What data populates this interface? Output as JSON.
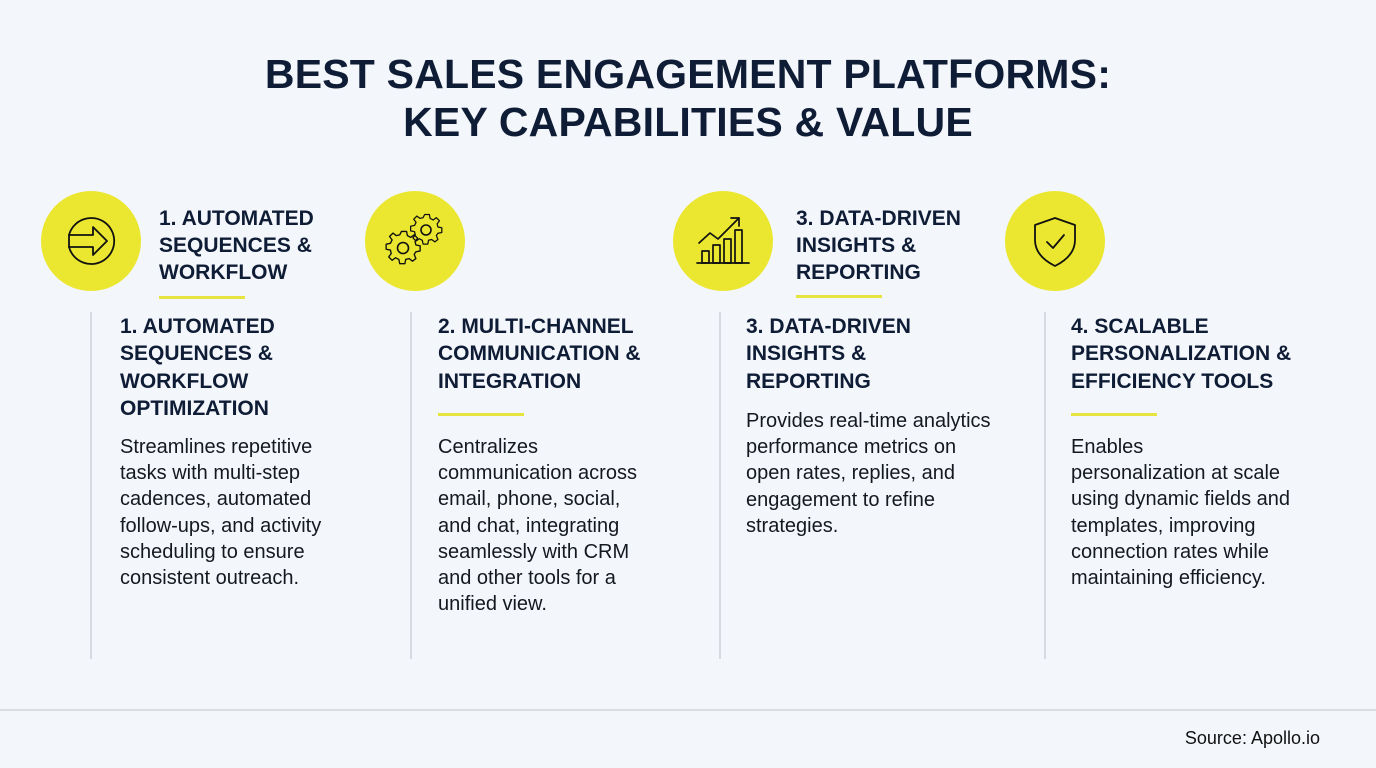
{
  "title": {
    "line1": "BEST SALES ENGAGEMENT PLATFORMS:",
    "line2": "KEY CAPABILITIES & VALUE"
  },
  "colors": {
    "accent_yellow": "#ebe730",
    "underline_yellow": "#e6e43f",
    "navy_text": "#0f1c36",
    "background": "#f3f6fa",
    "divider": "#d7dbe1"
  },
  "top_row": [
    {
      "icon": "arrow-right-circle-icon",
      "label_lines": [
        "1. AUTOMATED",
        "SEQUENCES &",
        "WORKFLOW"
      ]
    },
    {
      "icon": "gears-icon",
      "label_lines": []
    },
    {
      "icon": "bar-chart-trend-icon",
      "label_lines": [
        "3. DATA-DRIVEN",
        "INSIGHTS &",
        "REPORTING"
      ]
    },
    {
      "icon": "shield-check-icon",
      "label_lines": []
    }
  ],
  "cards": [
    {
      "heading_lines": [
        "1. AUTOMATED",
        "SEQUENCES &",
        "WORKFLOW",
        "OPTIMIZATION"
      ],
      "body_lines": [
        "Streamlines repetitive",
        "tasks with multi-step",
        "cadences, automated",
        "follow-ups, and activity",
        "scheduling to ensure",
        "consistent outreach."
      ]
    },
    {
      "heading_lines": [
        "2. MULTI-CHANNEL",
        "COMMUNICATION &",
        "INTEGRATION"
      ],
      "body_lines": [
        "Centralizes",
        "communication across",
        "email, phone, social,",
        "and chat, integrating",
        "seamlessly with CRM",
        "and other tools for a",
        "unified view."
      ]
    },
    {
      "heading_lines": [
        "3. DATA-DRIVEN",
        "INSIGHTS &",
        "REPORTING"
      ],
      "body_lines": [
        "Provides real-time analytics",
        "performance metrics on",
        "open rates, replies, and",
        "engagement to refine",
        "strategies."
      ]
    },
    {
      "heading_lines": [
        "4. SCALABLE",
        "PERSONALIZATION &",
        "EFFICIENCY TOOLS"
      ],
      "body_lines": [
        "Enables",
        "personalization at scale",
        "using dynamic fields and",
        "templates, improving",
        "connection rates while",
        "maintaining efficiency."
      ]
    }
  ],
  "footer": {
    "source": "Source: Apollo.io"
  }
}
